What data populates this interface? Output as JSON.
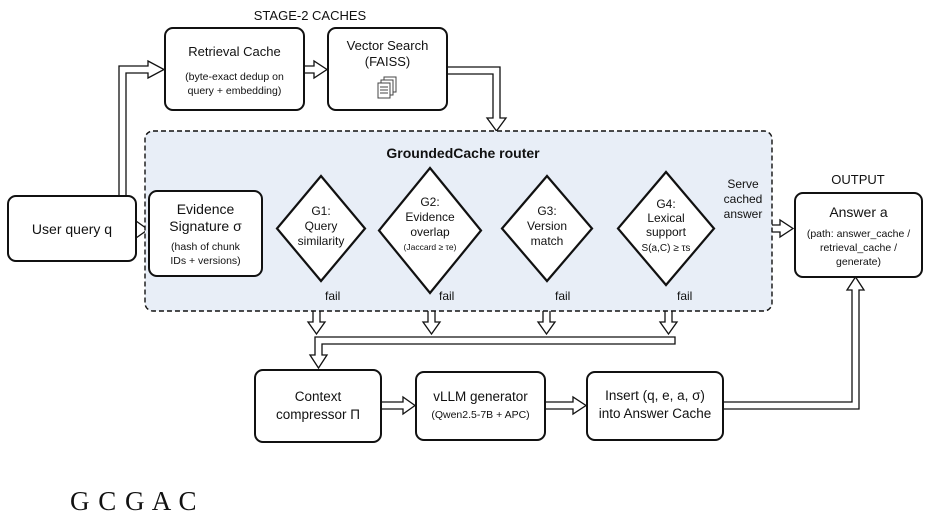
{
  "colors": {
    "router_fill": "#e8eef7",
    "stroke": "#111111",
    "arrow_fill": "#ffffff"
  },
  "stage2": {
    "heading": "STAGE-2 CACHES",
    "retrieval_cache": {
      "title": "Retrieval Cache",
      "desc_line1": "(byte-exact dedup on",
      "desc_line2": "query + embedding)"
    },
    "vector_search": {
      "title_line1": "Vector Search",
      "title_line2": "(FAISS)",
      "icon": "documents-icon"
    }
  },
  "user_query": "User query q",
  "router": {
    "title": "GroundedCache router",
    "evidence": {
      "title_line1": "Evidence",
      "title_line2": "Signature σ",
      "desc_line1": "(hash of chunk",
      "desc_line2": "IDs + versions)"
    },
    "gates": [
      {
        "line1": "G1:",
        "line2": "Query",
        "line3": "similarity",
        "line4": ""
      },
      {
        "line1": "G2:",
        "line2": "Evidence",
        "line3": "overlap",
        "line4": "(Jaccard ≥ τe)"
      },
      {
        "line1": "G3:",
        "line2": "Version",
        "line3": "match",
        "line4": ""
      },
      {
        "line1": "G4:",
        "line2": "Lexical",
        "line3": "support",
        "line4": "S(a,C) ≥ τs"
      }
    ],
    "fail_label": "fail",
    "serve_line1": "Serve",
    "serve_line2": "cached",
    "serve_line3": "answer"
  },
  "output": {
    "heading": "OUTPUT",
    "title": "Answer a",
    "desc_line1": "(path: answer_cache /",
    "desc_line2": "retrieval_cache /",
    "desc_line3": "generate)"
  },
  "pipeline": {
    "compressor_line1": "Context",
    "compressor_line2": "compressor Π",
    "generator_line1": "vLLM generator",
    "generator_line2": "(Qwen2.5-7B + APC)",
    "insert_line1": "Insert (q, e, a, σ)",
    "insert_line2": "into Answer Cache"
  },
  "caption": "G   C   G   A   C"
}
